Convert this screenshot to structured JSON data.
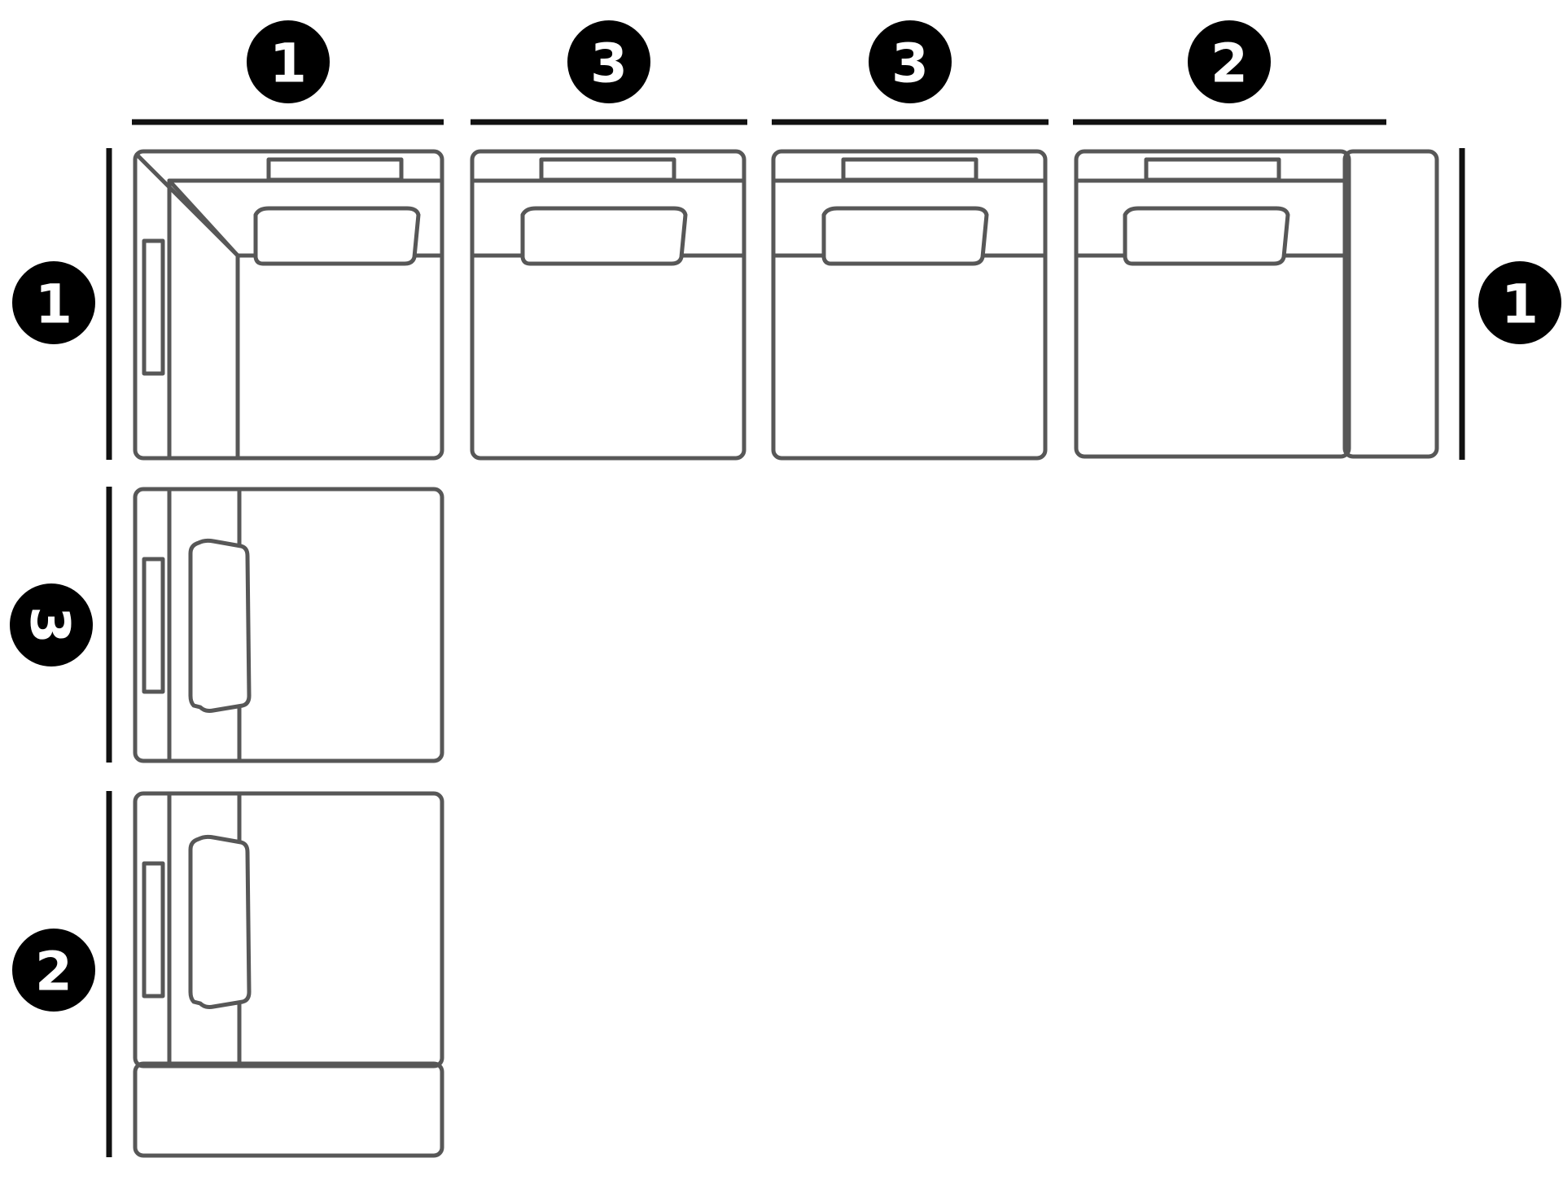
{
  "colors": {
    "badge": "#000000",
    "badge_text": "#ffffff",
    "outline": "#575757",
    "rule": "#111111"
  },
  "top_labels": [
    "1",
    "3",
    "3",
    "2"
  ],
  "left_labels": [
    "1",
    "3",
    "2"
  ],
  "right_labels": [
    "1"
  ],
  "modules": [
    {
      "name": "corner-module",
      "icon": "corner-seat-icon"
    },
    {
      "name": "armless-chair-module-1",
      "icon": "armless-seat-icon"
    },
    {
      "name": "armless-chair-module-2",
      "icon": "armless-seat-icon"
    },
    {
      "name": "arm-chair-module-top",
      "icon": "arm-seat-icon"
    },
    {
      "name": "armless-chair-module-left",
      "icon": "armless-seat-icon"
    },
    {
      "name": "arm-chair-module-bottom",
      "icon": "arm-seat-icon"
    }
  ]
}
